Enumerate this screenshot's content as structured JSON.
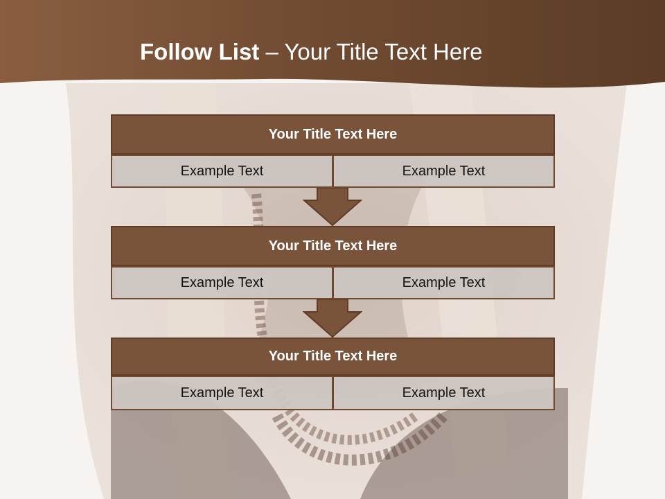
{
  "slide": {
    "title_bold": "Follow List",
    "title_rest": " – Your Title Text Here"
  },
  "blocks": [
    {
      "title": "Your Title Text Here",
      "left": "Example Text",
      "right": "Example Text"
    },
    {
      "title": "Your Title Text Here",
      "left": "Example Text",
      "right": "Example Text"
    },
    {
      "title": "Your Title Text Here",
      "left": "Example Text",
      "right": "Example Text"
    }
  ],
  "colors": {
    "header_brown": "#6e4a30",
    "box_header": "#7a533b",
    "box_cell": "#ccc5c0",
    "arrow": "#7a533b"
  },
  "icons": {
    "flow_arrow": "down-arrow-icon"
  }
}
